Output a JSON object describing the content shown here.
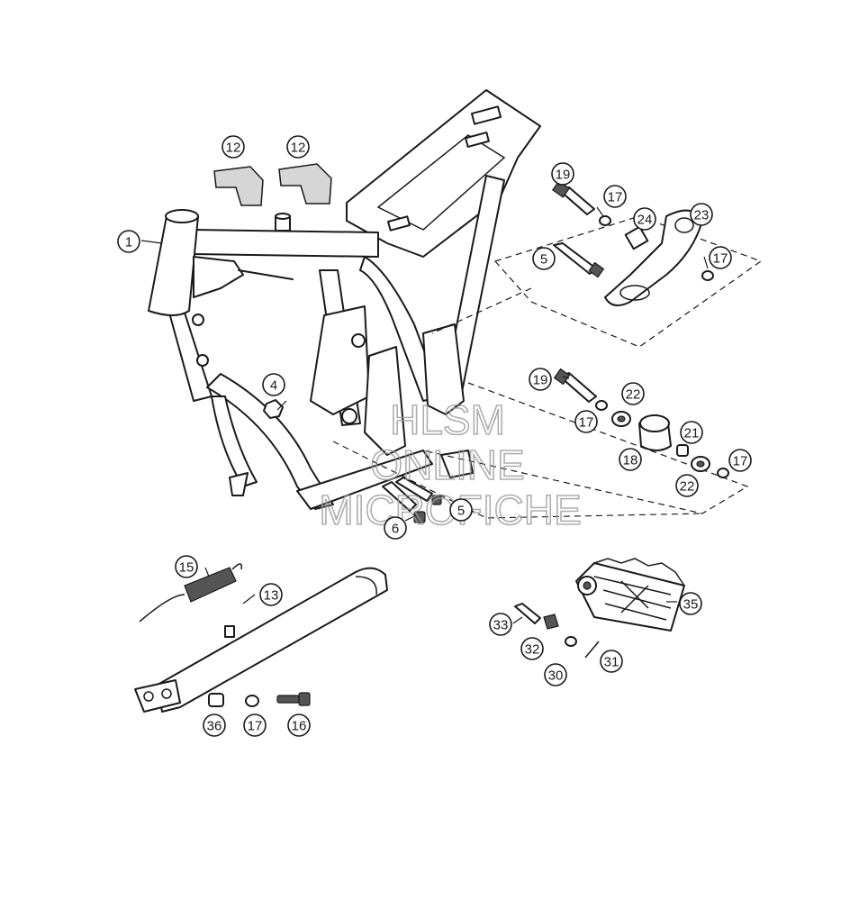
{
  "watermark": {
    "line1": "HLSM",
    "line2": "ONLINE",
    "line3": "MICROFICHE"
  },
  "callouts": [
    {
      "id": "c1",
      "label": "1"
    },
    {
      "id": "c12a",
      "label": "12"
    },
    {
      "id": "c12b",
      "label": "12"
    },
    {
      "id": "c19a",
      "label": "19"
    },
    {
      "id": "c17a",
      "label": "17"
    },
    {
      "id": "c24",
      "label": "24"
    },
    {
      "id": "c23",
      "label": "23"
    },
    {
      "id": "c5a",
      "label": "5"
    },
    {
      "id": "c17b",
      "label": "17"
    },
    {
      "id": "c4",
      "label": "4"
    },
    {
      "id": "c19b",
      "label": "19"
    },
    {
      "id": "c22a",
      "label": "22"
    },
    {
      "id": "c17c",
      "label": "17"
    },
    {
      "id": "c21",
      "label": "21"
    },
    {
      "id": "c18",
      "label": "18"
    },
    {
      "id": "c17d",
      "label": "17"
    },
    {
      "id": "c22b",
      "label": "22"
    },
    {
      "id": "c6",
      "label": "6"
    },
    {
      "id": "c5b",
      "label": "5"
    },
    {
      "id": "c15",
      "label": "15"
    },
    {
      "id": "c13",
      "label": "13"
    },
    {
      "id": "c35",
      "label": "35"
    },
    {
      "id": "c33",
      "label": "33"
    },
    {
      "id": "c32",
      "label": "32"
    },
    {
      "id": "c31",
      "label": "31"
    },
    {
      "id": "c30",
      "label": "30"
    },
    {
      "id": "c36",
      "label": "36"
    },
    {
      "id": "c17e",
      "label": "17"
    },
    {
      "id": "c16",
      "label": "16"
    }
  ]
}
